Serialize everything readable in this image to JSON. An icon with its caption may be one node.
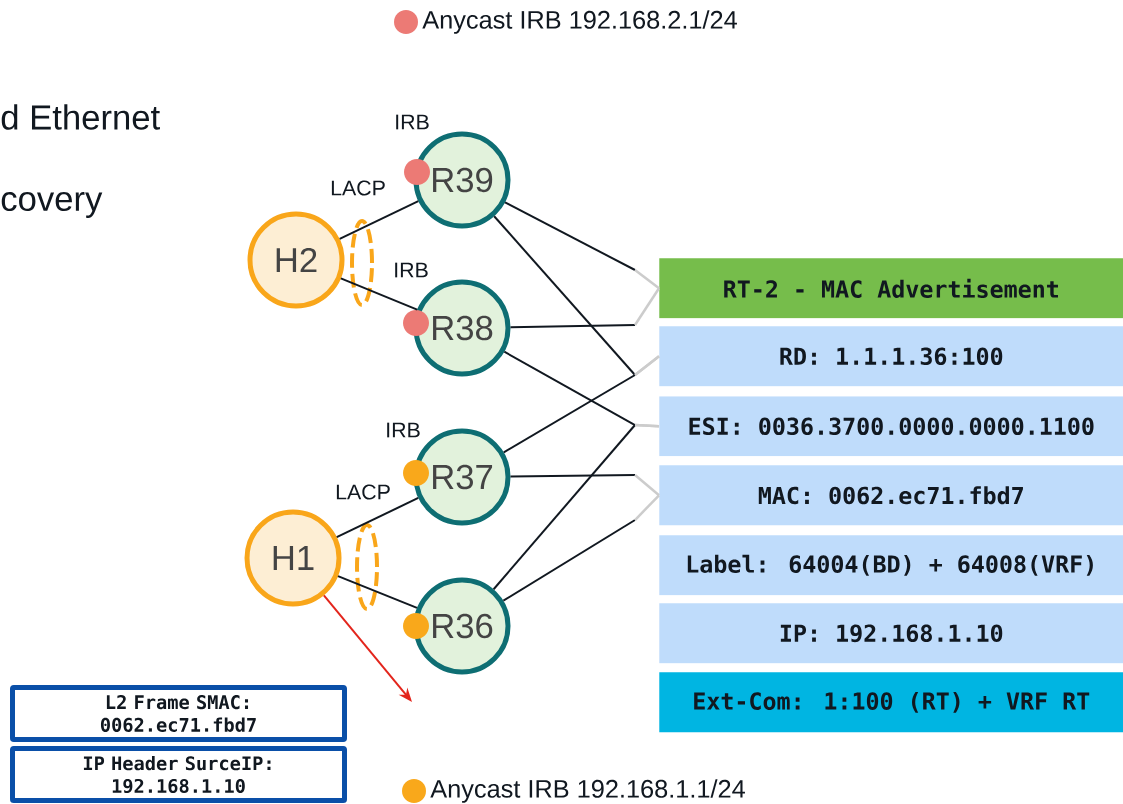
{
  "diagram": {
    "nodes": [
      {
        "text": [
          "H2"
        ]
      },
      {
        "text": [
          "R39"
        ]
      },
      {
        "text": [
          "R38"
        ]
      },
      {
        "text": [
          "R37"
        ]
      },
      {
        "text": [
          "H1"
        ]
      },
      {
        "text": [
          "R36"
        ]
      },
      {
        "text": [
          "RT-2 - MAC Advertisement"
        ]
      },
      {
        "text": [
          "RD: 1.1.1.36:100"
        ]
      },
      {
        "text": [
          "ESI: 0036.3700.0000.0000.1100"
        ]
      },
      {
        "text": [
          "MAC: 0062.ec71.fbd7"
        ]
      },
      {
        "text": [
          "Label: 64004(BD) + 64008(VRF)"
        ]
      },
      {
        "text": [
          "IP: 192.168.1.10"
        ]
      },
      {
        "text": [
          "Ext-Com: 1:100 (RT) + VRF RT"
        ]
      },
      {
        "text": [
          "L2 Frame SMAC: 0062.ec71.fbd7"
        ]
      },
      {
        "text": [
          "IP Header SurceIP: 192.168.1.10"
        ]
      }
    ],
    "edges": [
      {
        "from": 0,
        "to": 1,
        "arrow": "none"
      },
      {
        "from": 0,
        "to": 2,
        "arrow": "none"
      },
      {
        "from": 4,
        "to": 3,
        "arrow": "none"
      },
      {
        "from": 4,
        "to": 5,
        "arrow": "none"
      },
      {
        "from": 1,
        "to": 6,
        "arrow": "none"
      },
      {
        "from": 1,
        "to": 7,
        "arrow": "none"
      },
      {
        "from": 2,
        "to": 6,
        "arrow": "none"
      },
      {
        "from": 2,
        "to": 8,
        "arrow": "none"
      },
      {
        "from": 3,
        "to": 7,
        "arrow": "none"
      },
      {
        "from": 3,
        "to": 9,
        "arrow": "none"
      },
      {
        "from": 5,
        "to": 8,
        "arrow": "none"
      },
      {
        "from": 5,
        "to": 9,
        "arrow": "none"
      },
      {
        "from": 4,
        "to": null,
        "arrow": "to",
        "color": "#e3251c"
      }
    ],
    "labels": [
      "d Ethernet",
      "IRB",
      "covery",
      "LACP",
      "IRB",
      "IRB",
      "LACP"
    ],
    "legend": [
      {
        "text": "Anycast IRB 192.168.2.1/24",
        "color": "#ec7a75"
      },
      {
        "text": "Anycast IRB 192.168.1.1/24",
        "color": "#f9a81b"
      }
    ]
  }
}
